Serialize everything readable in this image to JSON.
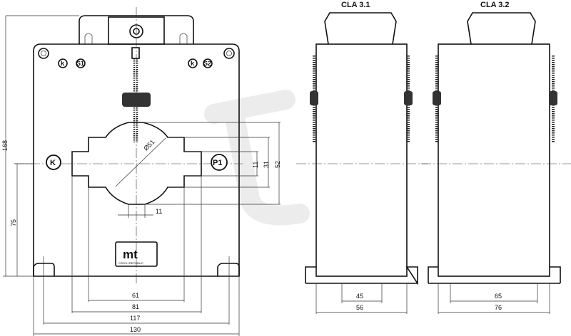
{
  "front_view": {
    "terminal_labels": {
      "k1": "k",
      "s1": "S1",
      "k2": "k",
      "s2": "S2",
      "primary_k": "K",
      "primary_p1": "P1"
    },
    "diameter": "Ø51",
    "dimensions": {
      "height_total": "168",
      "height_axis": "75",
      "slot_11_v": "11",
      "slot_31": "31",
      "slot_52": "52",
      "slot_11_h": "11",
      "w61": "61",
      "w81": "81",
      "w117": "117",
      "w130": "130"
    },
    "logo": {
      "text": "mt",
      "subtitle": "CZECH REPUBLIC"
    }
  },
  "side_views": [
    {
      "title": "CLA 3.1",
      "inner": "45",
      "outer": "56"
    },
    {
      "title": "CLA 3.2",
      "inner": "65",
      "outer": "76"
    }
  ]
}
